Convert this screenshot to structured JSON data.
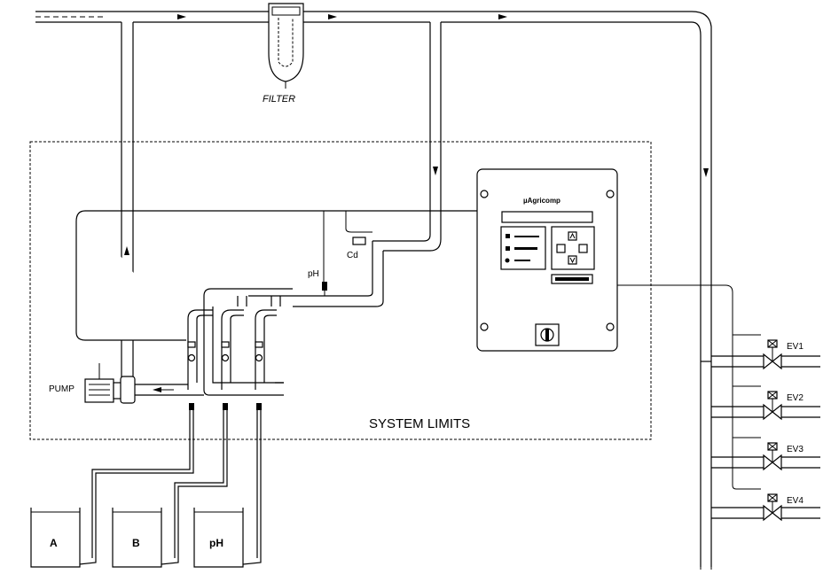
{
  "labels": {
    "filter": "FILTER",
    "pump": "PUMP",
    "system_limits": "SYSTEM LIMITS",
    "sensor_cd": "Cd",
    "sensor_ph": "pH",
    "controller_brand": "µAgricomp",
    "tank_a": "A",
    "tank_b": "B",
    "tank_ph": "pH",
    "ev1": "EV1",
    "ev2": "EV2",
    "ev3": "EV3",
    "ev4": "EV4"
  }
}
